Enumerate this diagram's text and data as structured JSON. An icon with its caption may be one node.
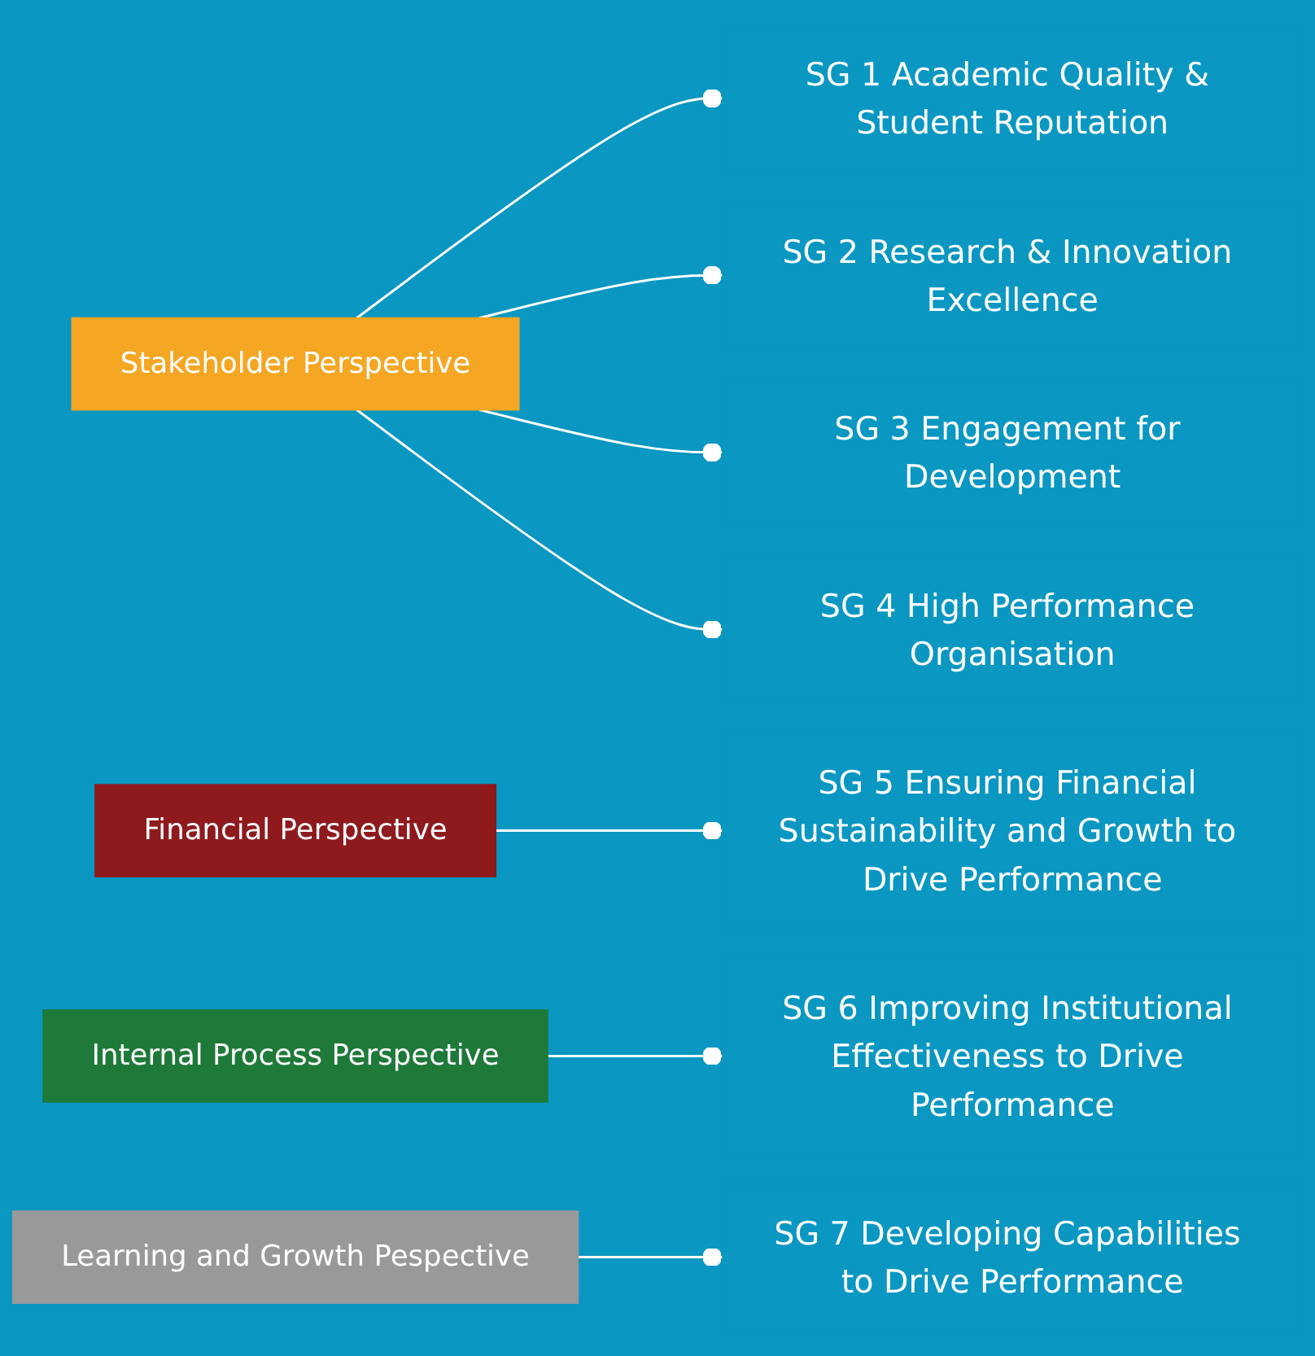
{
  "diagram": {
    "nodes": [
      {
        "text": [
          "Stakeholder Perspective"
        ]
      },
      {
        "text": [
          "SG 1 Academic Quality & Student Reputation"
        ]
      },
      {
        "text": [
          "SG 2 Research & Innovation Excellence"
        ]
      },
      {
        "text": [
          "SG 3 Engagement for Development"
        ]
      },
      {
        "text": [
          "SG 4 High Performance Organisation"
        ]
      },
      {
        "text": [
          "Financial Perspective"
        ]
      },
      {
        "text": [
          "SG 5 Ensuring Financial Sustainability and Growth to Drive Performance"
        ]
      },
      {
        "text": [
          "Internal Process Perspective"
        ]
      },
      {
        "text": [
          "SG 6 Improving Institutional Effectiveness to Drive Performance"
        ]
      },
      {
        "text": [
          "Learning and Growth Pespective"
        ]
      },
      {
        "text": [
          "SG 7 Developing Capabilities to Drive Performance"
        ]
      }
    ],
    "edges": [
      {
        "from": 0,
        "to": 1,
        "arrow": "other"
      },
      {
        "from": 0,
        "to": 2,
        "arrow": "other"
      },
      {
        "from": 0,
        "to": 3,
        "arrow": "other"
      },
      {
        "from": 0,
        "to": 4,
        "arrow": "other"
      },
      {
        "from": 5,
        "to": 6,
        "arrow": "other"
      },
      {
        "from": 7,
        "to": 8,
        "arrow": "other"
      },
      {
        "from": 9,
        "to": 10,
        "arrow": "other"
      }
    ]
  }
}
